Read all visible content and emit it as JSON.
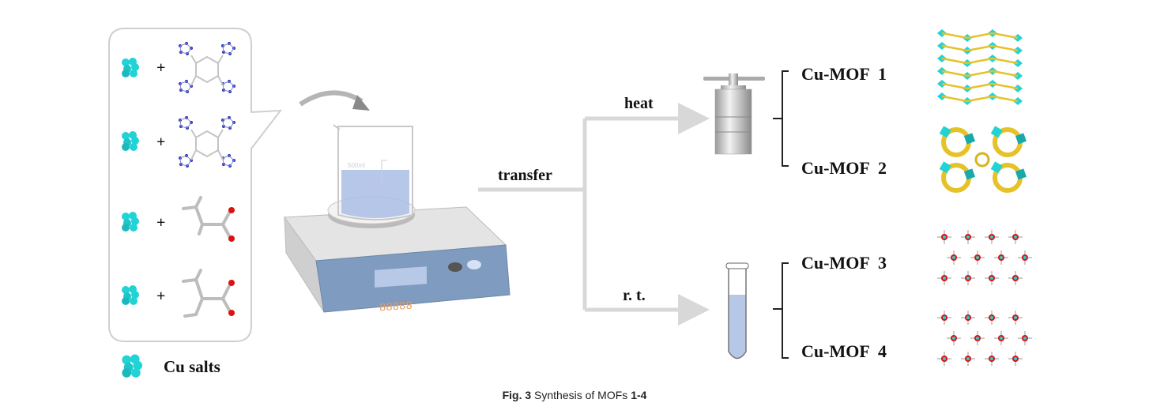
{
  "figure": {
    "reagents": {
      "plus": "+",
      "legend_label": "Cu salts"
    },
    "process": {
      "transfer_label": "transfer",
      "heat_label": "heat",
      "rt_label": "r. t.",
      "display_digits": "88888",
      "beaker_volume": "500ml"
    },
    "products": [
      {
        "label": "Cu-MOF  1"
      },
      {
        "label": "Cu-MOF  2"
      },
      {
        "label": "Cu-MOF  3"
      },
      {
        "label": "Cu-MOF  4"
      }
    ],
    "colors": {
      "copper": "#22d3d6",
      "nitrogen": "#2233bb",
      "oxygen": "#dd1111",
      "carbon": "#bdbdbd",
      "liquid": "#a9bde6",
      "panel": "#7f9bbf"
    }
  },
  "caption": {
    "prefix": "Fig. 3",
    "text": " Synthesis of MOFs ",
    "suffix": "1-4"
  }
}
